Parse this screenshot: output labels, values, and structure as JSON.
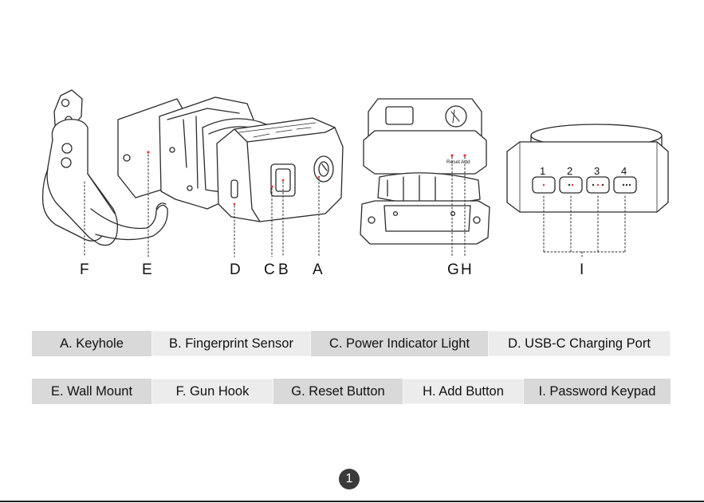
{
  "callouts": {
    "F": "F",
    "E": "E",
    "D": "D",
    "C": "C",
    "B": "B",
    "A": "A",
    "G": "G",
    "H": "H",
    "I": "I"
  },
  "device_labels": {
    "reset": "Reset",
    "add": "Add",
    "keys": [
      "1",
      "2",
      "3",
      "4"
    ]
  },
  "legend": {
    "row1": [
      "A. Keyhole",
      "B. Fingerprint Sensor",
      "C. Power Indicator Light",
      "D. USB-C Charging Port"
    ],
    "row2": [
      "E. Wall Mount",
      "F. Gun Hook",
      "G. Reset Button",
      "H. Add Button",
      "I. Password Keypad"
    ]
  },
  "page_number": "1",
  "colors": {
    "line": "#2b2b2b",
    "indicator": "#e23a3a",
    "legend_dark": "#d9d9d9",
    "legend_light": "#ececec"
  }
}
